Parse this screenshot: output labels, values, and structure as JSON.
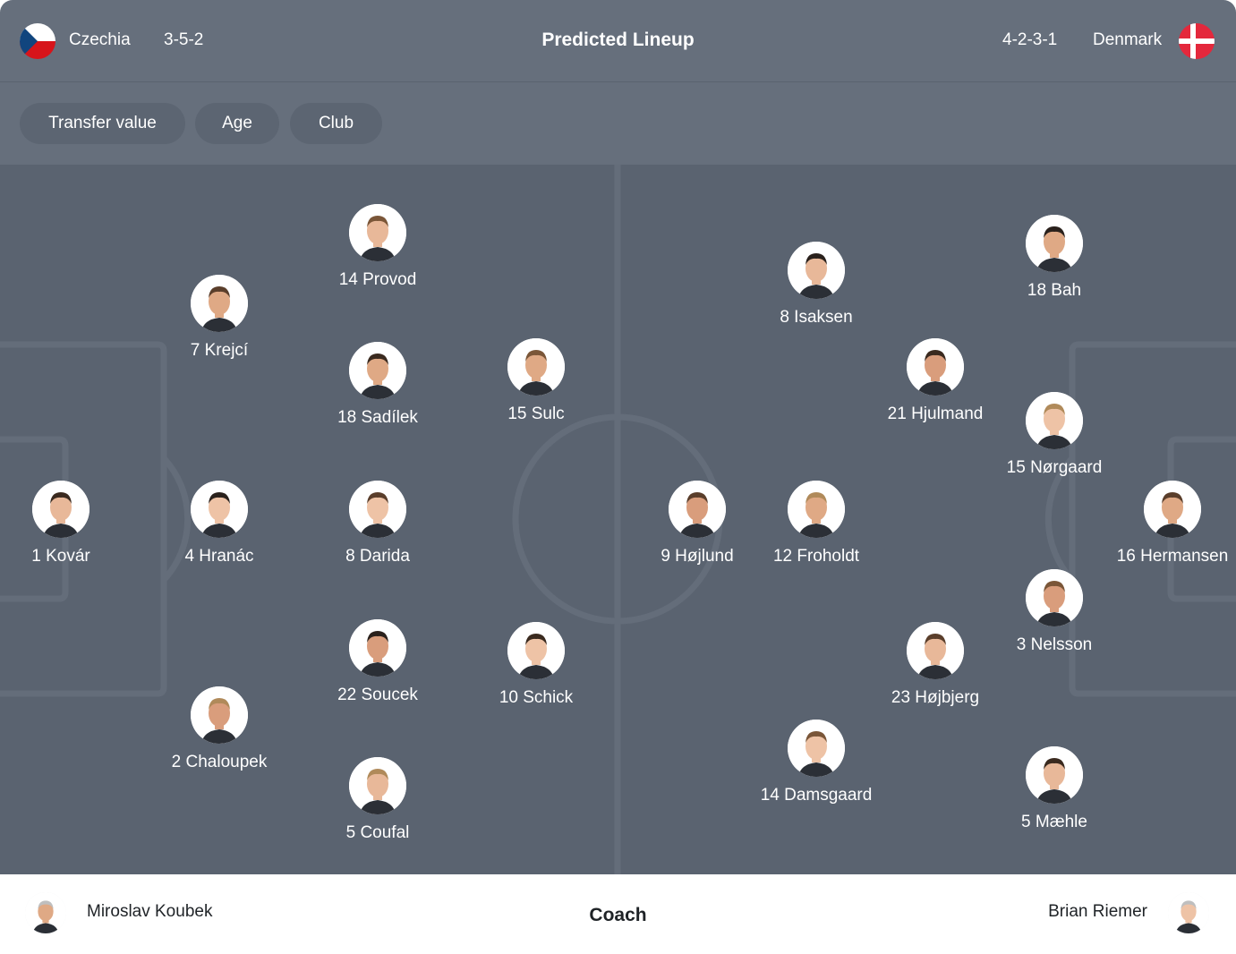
{
  "header": {
    "home_team": "Czechia",
    "home_formation": "3-5-2",
    "title": "Predicted Lineup",
    "away_formation": "4-2-3-1",
    "away_team": "Denmark"
  },
  "filters": [
    "Transfer value",
    "Age",
    "Club"
  ],
  "home_players": [
    {
      "label": "1 Kovár"
    },
    {
      "label": "7 Krejcí"
    },
    {
      "label": "4 Hranác"
    },
    {
      "label": "2 Chaloupek"
    },
    {
      "label": "14 Provod"
    },
    {
      "label": "18 Sadílek"
    },
    {
      "label": "8 Darida"
    },
    {
      "label": "22 Soucek"
    },
    {
      "label": "5 Coufal"
    },
    {
      "label": "15 Sulc"
    },
    {
      "label": "10 Schick"
    }
  ],
  "away_players": [
    {
      "label": "9 Højlund"
    },
    {
      "label": "8 Isaksen"
    },
    {
      "label": "12 Froholdt"
    },
    {
      "label": "14 Damsgaard"
    },
    {
      "label": "21 Hjulmand"
    },
    {
      "label": "23 Højbjerg"
    },
    {
      "label": "18 Bah"
    },
    {
      "label": "15 Nørgaard"
    },
    {
      "label": "3 Nelsson"
    },
    {
      "label": "5 Mæhle"
    },
    {
      "label": "16 Hermansen"
    }
  ],
  "footer": {
    "home_coach": "Miroslav Koubek",
    "label": "Coach",
    "away_coach": "Brian Riemer"
  },
  "colors": {
    "header_bg": "#666f7c",
    "pitch_bg": "#5a6370",
    "pitch_lines": "#646d7a",
    "chip_bg": "#5c6572",
    "text_light": "#ffffff",
    "text_dark": "#1f2327"
  },
  "icons": {
    "home_flag": "czechia-flag-icon",
    "away_flag": "denmark-flag-icon",
    "player_avatar": "player-photo-icon",
    "coach_avatar": "coach-photo-icon"
  }
}
